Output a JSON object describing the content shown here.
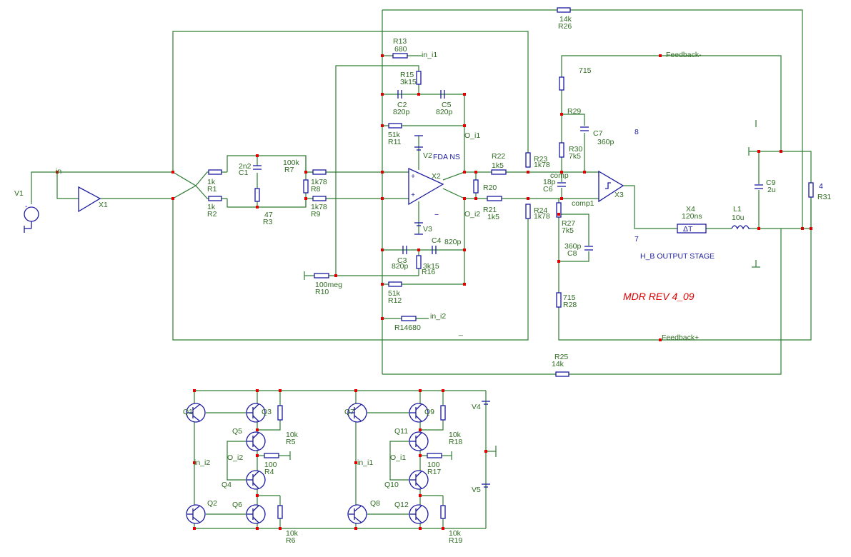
{
  "labels": {
    "in": "in",
    "v1": "V1",
    "x1": "X1",
    "r13_val": "680",
    "r13": "R13",
    "in_i1": "in_i1",
    "r15": "R15",
    "r15_val": "3k15",
    "c2": "C2",
    "c2_val": "820p",
    "c5": "C5",
    "c5_val": "820p",
    "r11_val": "51k",
    "r11": "R11",
    "o_i1": "O_i1",
    "v2": "V2",
    "fda": "FDA NS",
    "x2": "X2",
    "r22": "R22",
    "r22_val": "1k5",
    "r23": "R23",
    "r23_val": "1k78",
    "r20": "R20",
    "r21": "R21",
    "r21_val": "1k5",
    "o_i2": "O_i2",
    "r24": "R24",
    "r24_val": "1k78",
    "v3": "V3",
    "c4": "C4",
    "c4_val": "820p",
    "c3": "C3",
    "c3_val": "820p",
    "r16_val": "3k15",
    "r16": "R16",
    "r12_val": "51k",
    "r12": "R12",
    "r14": "R14680",
    "in_i2": "in_i2",
    "r10_val": "100meg",
    "r10": "R10",
    "c1_val": "2n2",
    "c1": "C1",
    "r7_val": "100k",
    "r7": "R7",
    "r1_val": "1k",
    "r1": "R1",
    "r2_val": "1k",
    "r2": "R2",
    "r3_val": "47",
    "r3": "R3",
    "r8_val": "1k78",
    "r8": "R8",
    "r9_val": "1k78",
    "r9": "R9",
    "r26_val": "14k",
    "r26": "R26",
    "r25": "R25",
    "r25_val": "14k",
    "feedback_minus": "Feedback-",
    "feedback_plus": "Feedback+",
    "n715": "715",
    "r29": "R29",
    "c7": "C7",
    "c7_val": "360p",
    "n8": "8",
    "r30": "R30",
    "r30_val": "7k5",
    "comp": "comp",
    "c6_val": "18p",
    "c6": "C6",
    "comp1": "comp1",
    "x3": "X3",
    "r27": "R27",
    "r27_val": "7k5",
    "c8_val": "360p",
    "c8": "C8",
    "r28_val": "715",
    "r28": "R28",
    "x4": "X4",
    "x4_val": "120ns",
    "delta_t": "ΔT",
    "l1": "L1",
    "l1_val": "10u",
    "n7": "7",
    "hb": "H_B OUTPUT STAGE",
    "c9": "C9",
    "c9_val": "2u",
    "r31_val": "4",
    "r31": "R31",
    "title": "MDR REV 4_09",
    "q1": "Q1",
    "q3": "Q3",
    "q5": "Q5",
    "r5_val": "10k",
    "r5": "R5",
    "o_i2_b": "O_i2",
    "r4_val": "100",
    "r4": "R4",
    "q4": "Q4",
    "in_i2_b": "in_i2",
    "q2": "Q2",
    "q6": "Q6",
    "r6_val": "10k",
    "r6": "R6",
    "q7": "Q7",
    "q9": "Q9",
    "q11": "Q11",
    "r18_val": "10k",
    "r18": "R18",
    "o_i1_b": "O_i1",
    "r17_val": "100",
    "r17": "R17",
    "q10": "Q10",
    "in_i1_b": "in_i1",
    "q8": "Q8",
    "q12": "Q12",
    "r19_val": "10k",
    "r19": "R19",
    "v4": "V4",
    "v5": "V5"
  },
  "colors": {
    "wire": "#2e7d32",
    "component": "#1a1aa0",
    "node": "#e00000",
    "title": "#e00000"
  }
}
